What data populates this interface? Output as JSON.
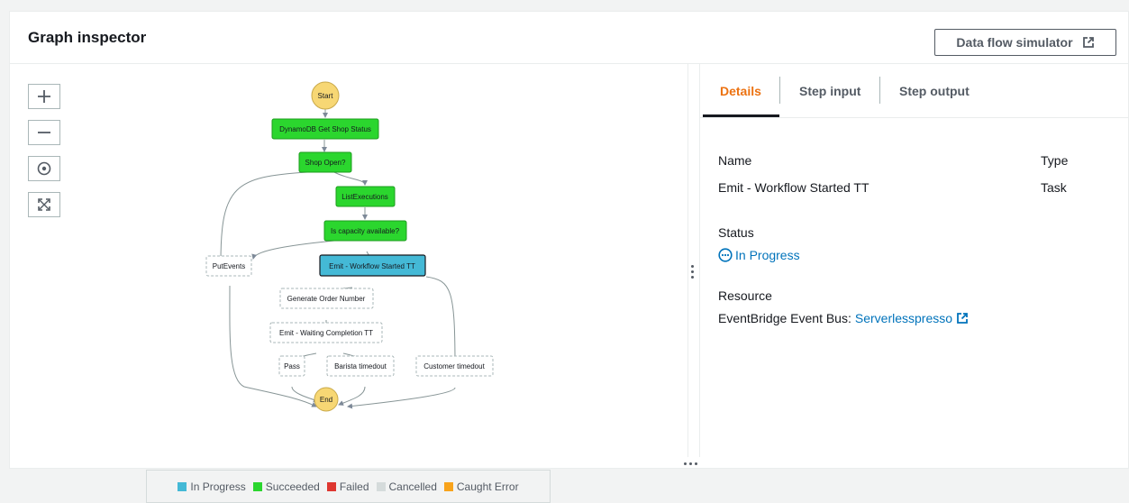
{
  "header": {
    "title": "Graph inspector",
    "simulator_button": "Data flow simulator"
  },
  "zoom_controls": {
    "zoom_in": "+",
    "zoom_out": "—",
    "center": "center",
    "fit": "fit"
  },
  "graph": {
    "nodes": {
      "start": "Start",
      "get_shop_status": "DynamoDB Get Shop Status",
      "shop_open": "Shop Open?",
      "list_executions": "ListExecutions",
      "capacity": "Is capacity available?",
      "put_events": "PutEvents",
      "emit_started": "Emit - Workflow Started TT",
      "generate_order": "Generate Order Number",
      "emit_waiting": "Emit - Waiting Completion TT",
      "pass": "Pass",
      "barista_timeout": "Barista timedout",
      "customer_timeout": "Customer timedout",
      "end": "End"
    }
  },
  "legend": {
    "in_progress": "In Progress",
    "succeeded": "Succeeded",
    "failed": "Failed",
    "cancelled": "Cancelled",
    "caught_error": "Caught Error"
  },
  "colors": {
    "in_progress": "#44b9d6",
    "succeeded": "#2bd62e",
    "failed": "#de3730",
    "cancelled": "#d5dbdb",
    "caught_error": "#f8a31b",
    "terminal": "#f7d774",
    "accent": "#ec7211",
    "link": "#0073bb"
  },
  "details": {
    "tabs": {
      "details": "Details",
      "step_input": "Step input",
      "step_output": "Step output"
    },
    "name_label": "Name",
    "name_value": "Emit - Workflow Started TT",
    "type_label": "Type",
    "type_value": "Task",
    "status_label": "Status",
    "status_value": "In Progress",
    "resource_label": "Resource",
    "resource_prefix": "EventBridge Event Bus:",
    "resource_link": "Serverlesspresso"
  }
}
